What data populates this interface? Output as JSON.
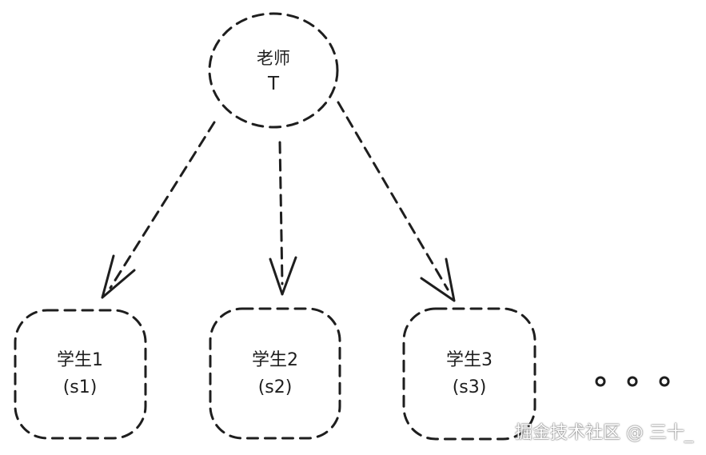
{
  "teacher": {
    "name": "老师",
    "code": "T"
  },
  "students": [
    {
      "name": "学生1",
      "code": "(s1)"
    },
    {
      "name": "学生2",
      "code": "(s2)"
    },
    {
      "name": "学生3",
      "code": "(s3)"
    }
  ],
  "watermark": "掘金技术社区 @ 三十_"
}
